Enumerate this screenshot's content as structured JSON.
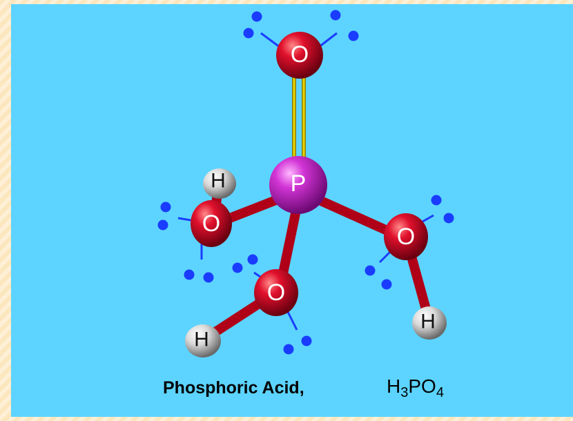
{
  "atoms": {
    "phosphorus": "P",
    "oxygen_top": "O",
    "oxygen_left": "O",
    "oxygen_bottom": "O",
    "oxygen_right": "O",
    "hydrogen_left": "H",
    "hydrogen_bottom": "H",
    "hydrogen_right": "H"
  },
  "caption": {
    "name": "Phosphoric Acid,",
    "formula_h": "H",
    "formula_h_sub": "3",
    "formula_p": "PO",
    "formula_o_sub": "4"
  },
  "colors": {
    "background": "#5cd4ff",
    "oxygen": "#c8001e",
    "phosphorus": "#cc33cc",
    "hydrogen": "#dcdcdc",
    "bond": "#d0102a",
    "double_bond": "#c9b400",
    "lone_pair": "#1a3cff"
  }
}
